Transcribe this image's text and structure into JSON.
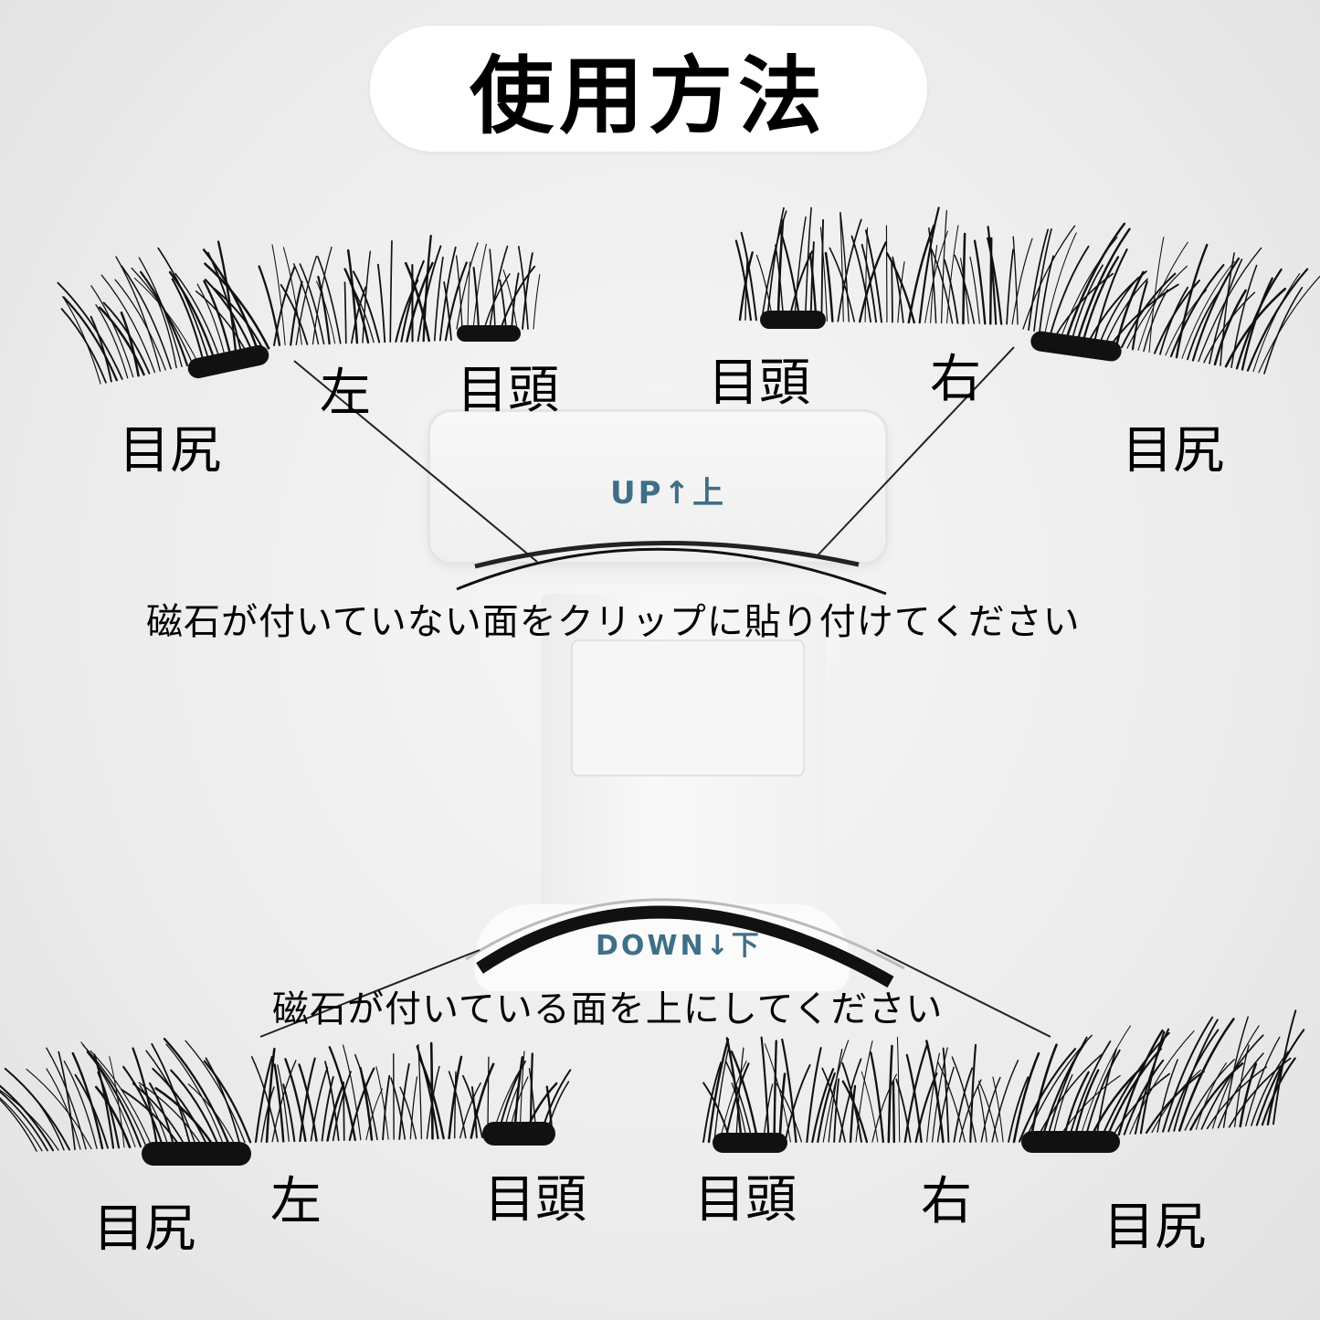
{
  "title": "使用方法",
  "clip": {
    "up_label": "UP↑上",
    "down_label": "DOWN↓下"
  },
  "top_lashes": {
    "left_outer": "目尻",
    "left_side": "左",
    "left_inner": "目頭",
    "right_inner": "目頭",
    "right_side": "右",
    "right_outer": "目尻"
  },
  "bottom_lashes": {
    "left_outer": "目尻",
    "left_side": "左",
    "left_inner": "目頭",
    "right_inner": "目頭",
    "right_side": "右",
    "right_outer": "目尻"
  },
  "instructions": {
    "top": "磁石が付いていない面をクリップに貼り付けてください",
    "bottom": "磁石が付いている面を上にしてください"
  },
  "colors": {
    "clip_text": "#3f6f87",
    "lash": "#111111"
  }
}
